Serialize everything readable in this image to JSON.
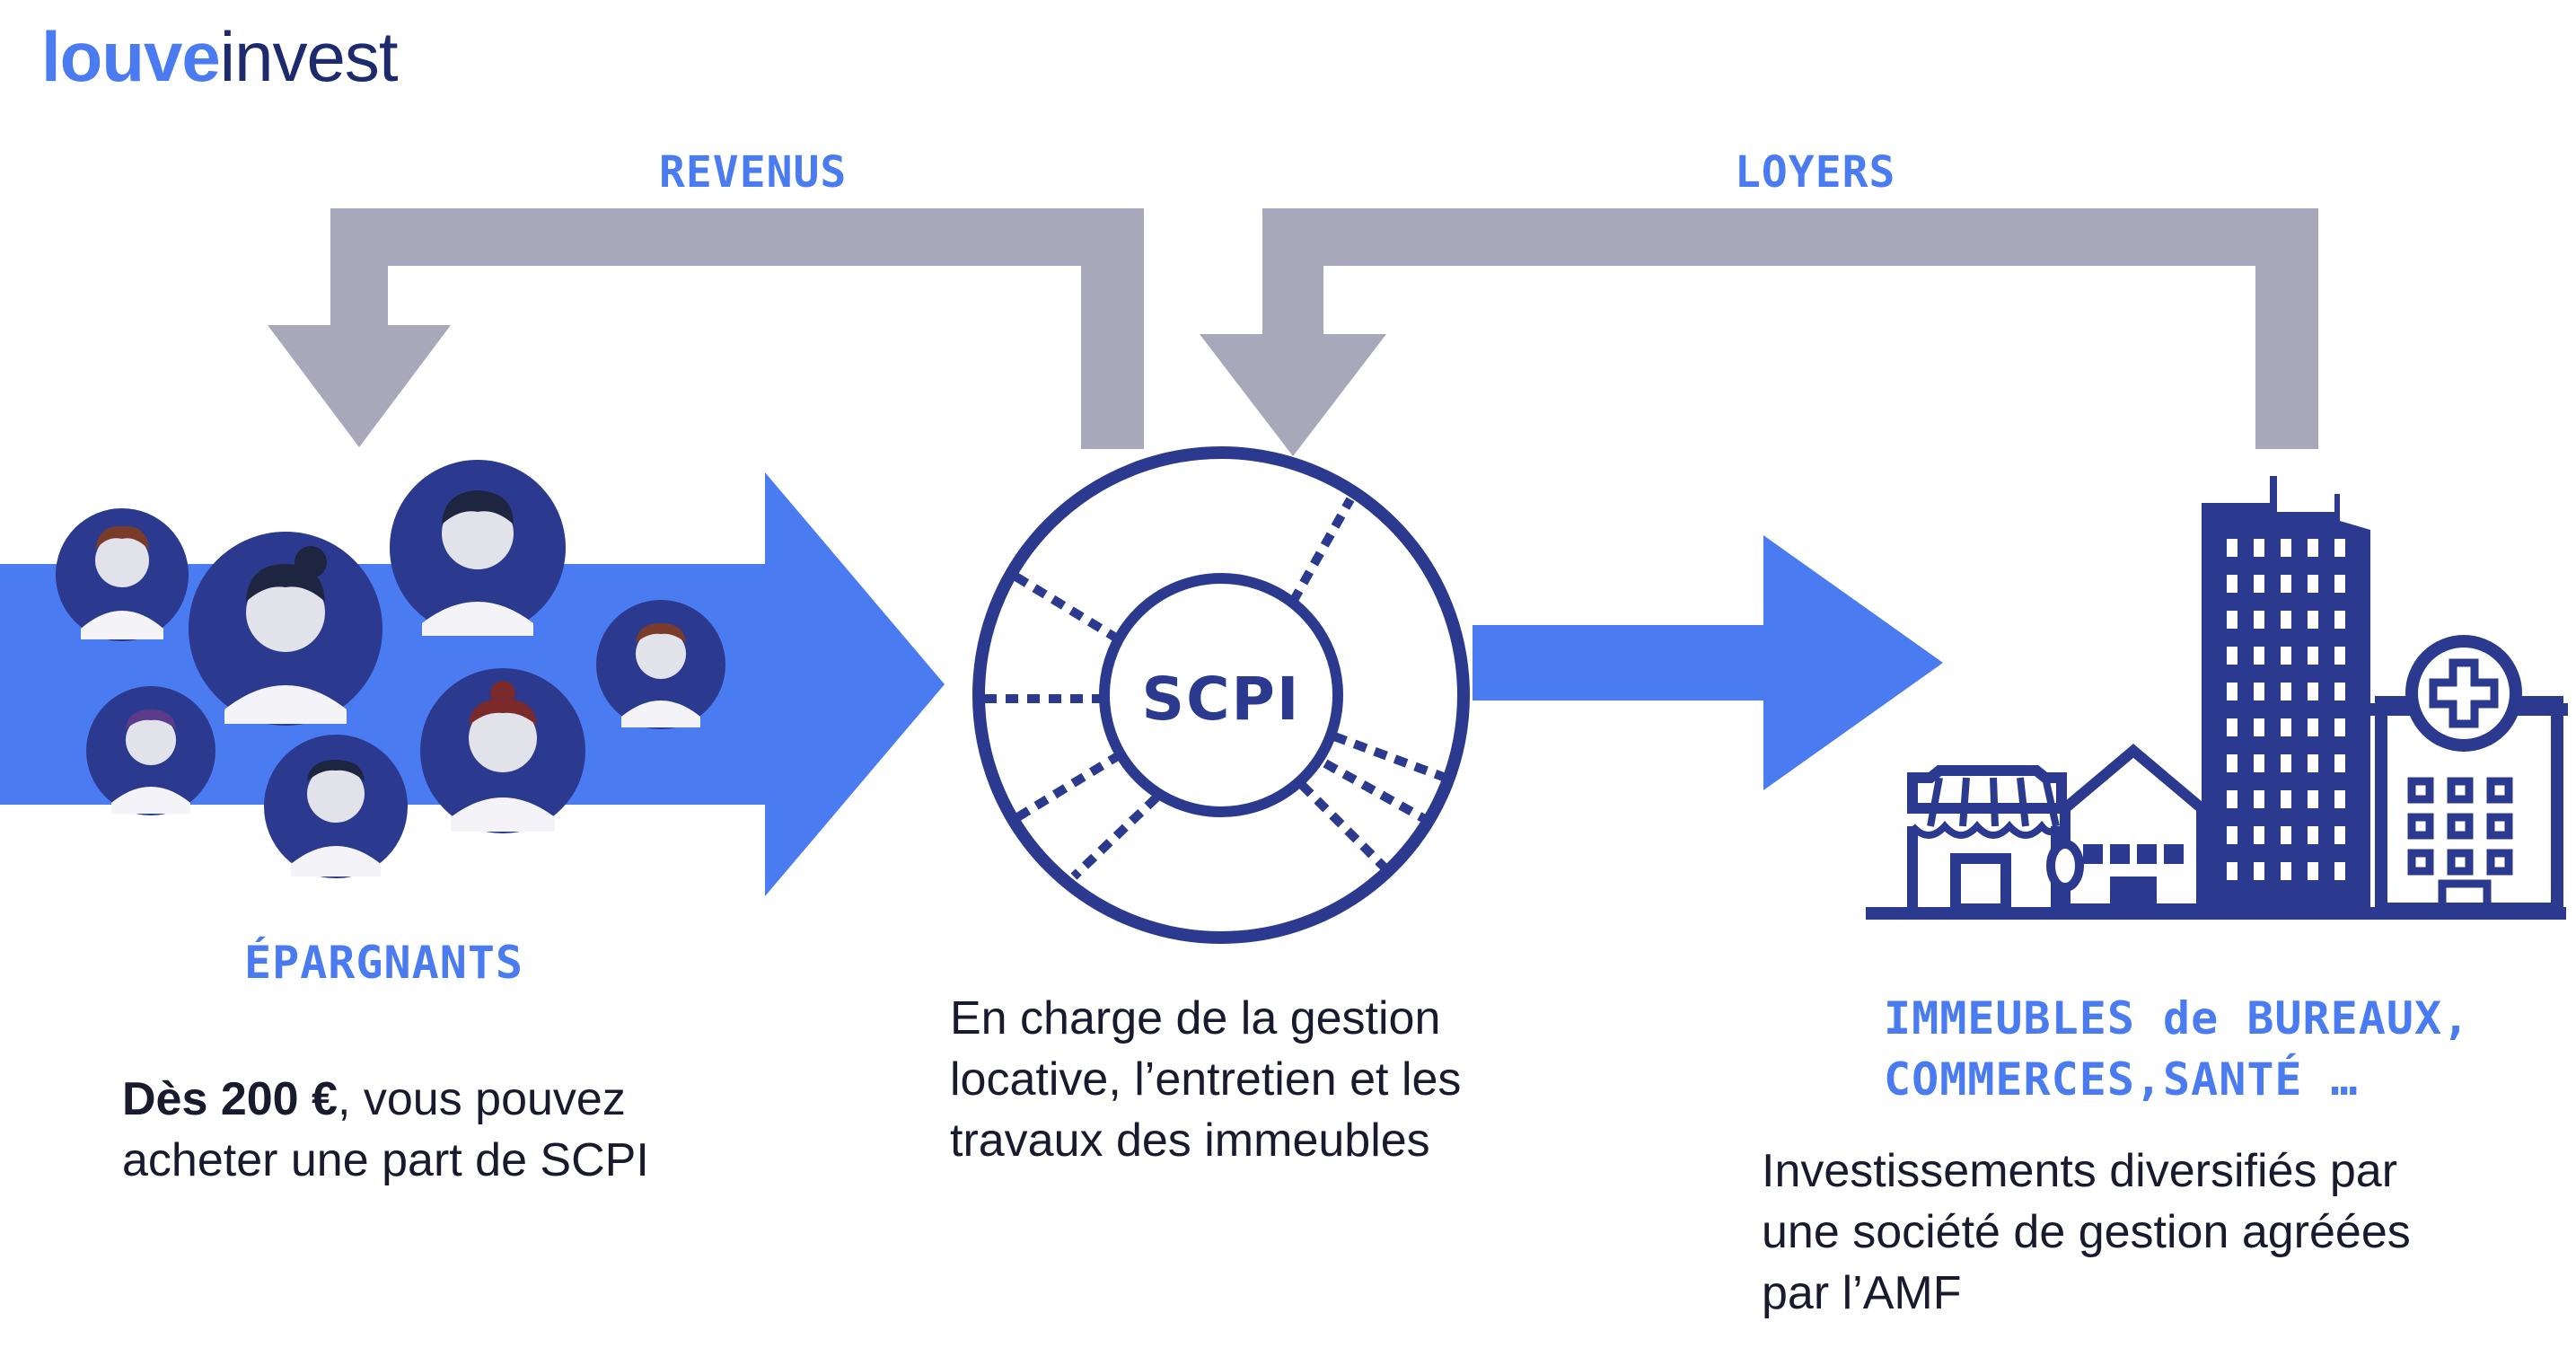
{
  "logo": {
    "brand": "louve",
    "rest": "invest"
  },
  "flows": {
    "revenus": "REVENUS",
    "loyers": "LOYERS"
  },
  "scpi": {
    "label": "SCPI"
  },
  "epargnants": {
    "title": "ÉPARGNANTS",
    "desc_bold": "Dès 200 €",
    "desc_rest_line1": ", vous pouvez",
    "desc_line2": "acheter une part de SCPI"
  },
  "gestion": {
    "line1": "En charge de la gestion",
    "line2": "locative, l’entretien et les",
    "line3": "travaux des immeubles"
  },
  "immeubles": {
    "title_line1": "IMMEUBLES de BUREAUX,",
    "title_line2": "COMMERCES,SANTÉ …",
    "desc_line1": "Investissements diversifiés par",
    "desc_line2": "une société de gestion agréées",
    "desc_line3": "par l’AMF"
  },
  "colors": {
    "accent_blue": "#4a7bf0",
    "navy": "#2b3a8f",
    "gray_arrow": "#a8a8ba",
    "avatar_face": "#e2e2ea"
  },
  "icons": [
    "savers-avatars-icon",
    "scpi-wheel-icon",
    "buildings-icon",
    "hospital-cross-icon"
  ]
}
